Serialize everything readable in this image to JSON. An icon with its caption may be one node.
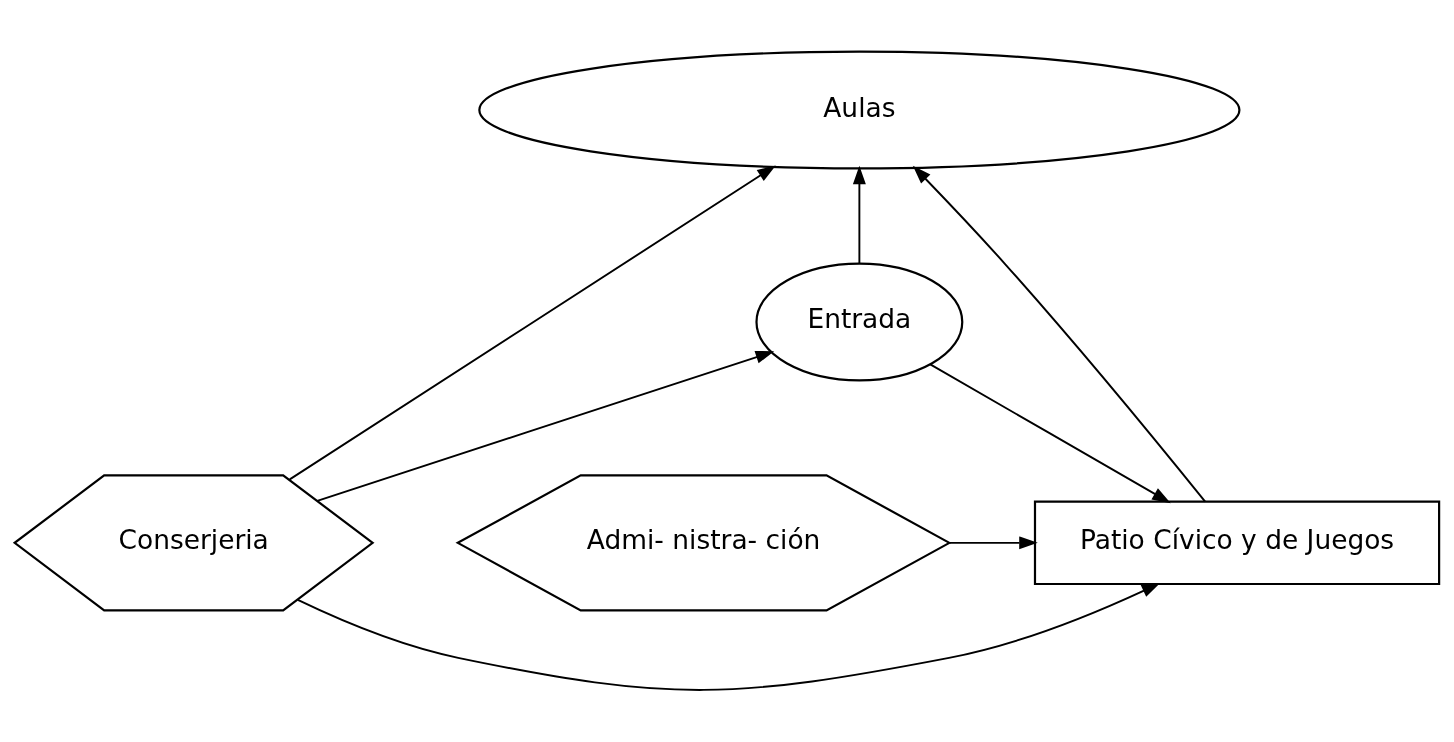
{
  "diagram": {
    "nodes": [
      {
        "text": [
          "Aulas"
        ]
      },
      {
        "text": [
          "Conserjeria"
        ]
      },
      {
        "text": [
          "Patio Cívico y de Juegos"
        ]
      },
      {
        "text": [
          "Admi- nistra- ción"
        ]
      },
      {
        "text": [
          "Entrada"
        ]
      }
    ],
    "edges": [
      {
        "from": 2,
        "to": 0,
        "arrow": "to"
      },
      {
        "from": 1,
        "to": 0,
        "arrow": "to"
      },
      {
        "from": 1,
        "to": 2,
        "arrow": "to"
      },
      {
        "from": 1,
        "to": 4,
        "arrow": "to"
      },
      {
        "from": 4,
        "to": 2,
        "arrow": "to"
      },
      {
        "from": 4,
        "to": 0,
        "arrow": "to"
      },
      {
        "from": 3,
        "to": 2,
        "arrow": "to"
      }
    ]
  }
}
